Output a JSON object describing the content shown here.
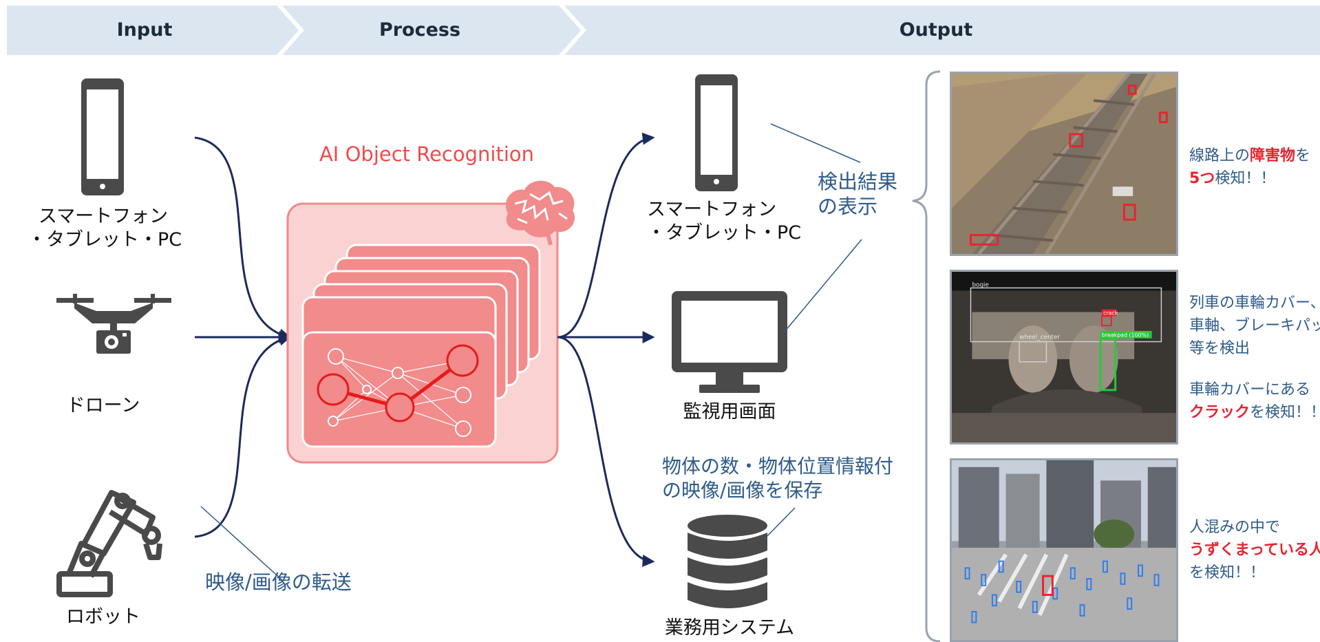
{
  "header": {
    "input_label": "Input",
    "process_label": "Process",
    "output_label": "Output"
  },
  "input": {
    "devices": [
      {
        "label": "スマートフォン\n・タブレット・PC",
        "icon": "tablet-icon"
      },
      {
        "label": "ドローン",
        "icon": "drone-icon"
      },
      {
        "label": "ロボット",
        "icon": "robot-arm-icon"
      }
    ],
    "transfer_label": "映像/画像の転送"
  },
  "process": {
    "title": "AI Object Recognition",
    "icon": "brain-icon"
  },
  "output": {
    "devices": [
      {
        "label": "スマートフォン\n・タブレット・PC",
        "icon": "tablet-icon"
      },
      {
        "label": "監視用画面",
        "icon": "monitor-icon"
      },
      {
        "label": "業務用システム",
        "icon": "database-icon"
      }
    ],
    "display_label": "検出結果\nの表示",
    "save_label": "物体の数・物体位置情報付\nの映像/画像を保存"
  },
  "examples": [
    {
      "image": "railway-track-photo",
      "plain1": "線路上の",
      "hl1": "障害物",
      "plain2": "を",
      "hl2": "5つ",
      "plain3": "検知！！"
    },
    {
      "image": "train-wheel-photo",
      "detection_labels": [
        "bogie",
        "wheel_center",
        "crack",
        "breakpad (100%)"
      ],
      "line1": "列車の車輪カバー、",
      "line2": "車軸、ブレーキパッド",
      "line3": "等を検出",
      "line4": "車輪カバーにある",
      "hl": "クラック",
      "tail": "を検知！！"
    },
    {
      "image": "crowd-crossing-photo",
      "line1": "人混みの中で",
      "hl": "うずくまっている人",
      "line3": "を検知！！"
    }
  ],
  "colors": {
    "header_band": "#dce6f1",
    "arrow": "#1b2a5c",
    "accent_red": "#e8232f",
    "ai_panel": "#fbd2d2",
    "icon_dark": "#4a4a4a"
  }
}
